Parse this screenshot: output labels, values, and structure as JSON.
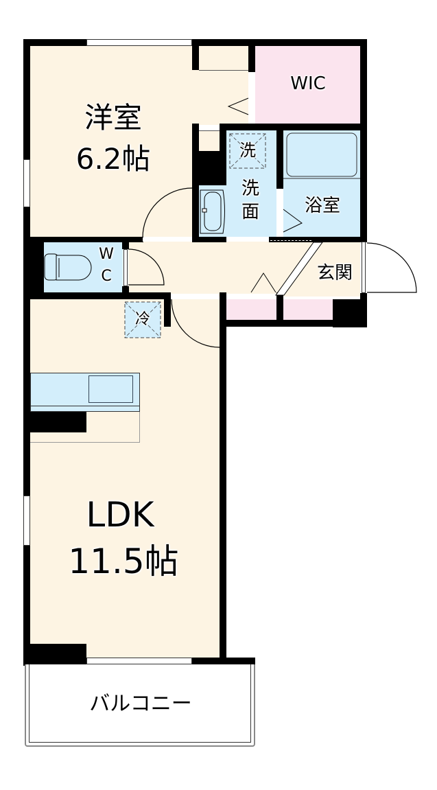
{
  "floorplan": {
    "rooms": {
      "western_room": {
        "name": "洋室",
        "size": "6.2帖"
      },
      "wic": {
        "name": "WIC"
      },
      "washing_machine": {
        "name": "洗"
      },
      "washroom": {
        "name_line1": "洗",
        "name_line2": "面"
      },
      "bathroom": {
        "name": "浴室"
      },
      "toilet": {
        "name_line1": "W",
        "name_line2": "C"
      },
      "entrance": {
        "name": "玄関"
      },
      "refrigerator": {
        "name": "冷"
      },
      "ldk": {
        "name": "LDK",
        "size": "11.5帖"
      },
      "balcony": {
        "name": "バルコニー"
      }
    },
    "colors": {
      "floor": "#fdf4e3",
      "wet_area": "#d3eefb",
      "storage": "#fbe4ee",
      "wall": "#000000"
    }
  }
}
